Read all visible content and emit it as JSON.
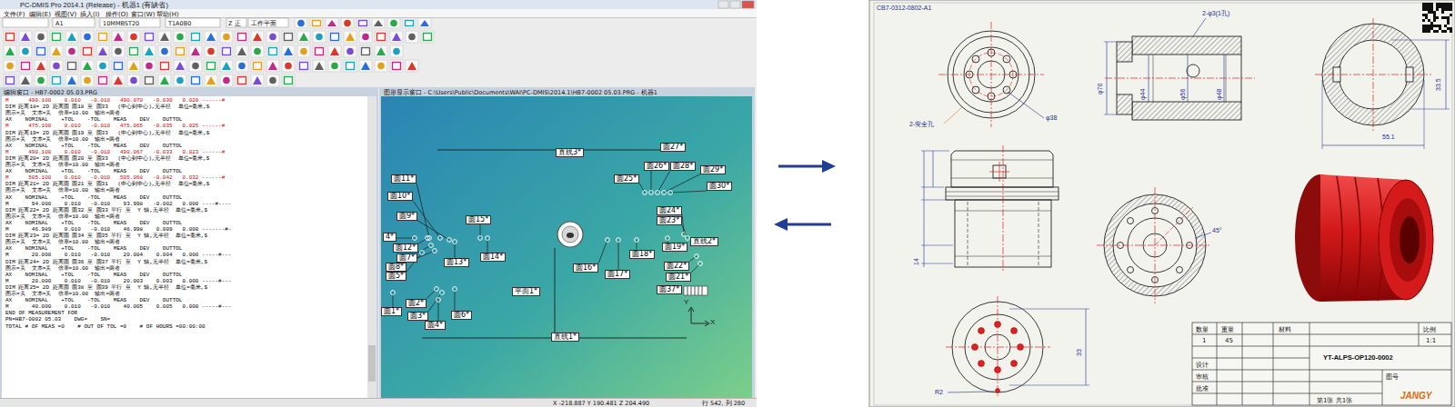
{
  "diagram": {
    "nodes": [
      {
        "text": [
          "圆27*"
        ]
      },
      {
        "text": [
          "直线3*"
        ]
      },
      {
        "text": [
          "圆26*"
        ]
      },
      {
        "text": [
          "圆28*"
        ]
      },
      {
        "text": [
          "圆29*"
        ]
      },
      {
        "text": [
          "圆25*"
        ]
      },
      {
        "text": [
          "圆11*"
        ]
      },
      {
        "text": [
          "圆30*"
        ]
      },
      {
        "text": [
          "圆10*"
        ]
      },
      {
        "text": [
          "圆24*"
        ]
      },
      {
        "text": [
          "圆9*"
        ]
      },
      {
        "text": [
          "圆15*"
        ]
      },
      {
        "text": [
          "圆23*"
        ]
      },
      {
        "text": [
          "4*"
        ]
      },
      {
        "text": [
          "直线2*"
        ]
      },
      {
        "text": [
          "圆19*"
        ]
      },
      {
        "text": [
          "圆12*"
        ]
      },
      {
        "text": [
          "圆18*"
        ]
      },
      {
        "text": [
          "圆14*"
        ]
      },
      {
        "text": [
          "圆7*"
        ]
      },
      {
        "text": [
          "圆13*"
        ]
      },
      {
        "text": [
          "圆22*"
        ]
      },
      {
        "text": [
          "圆16*"
        ]
      },
      {
        "text": [
          "圆8*"
        ]
      },
      {
        "text": [
          "圆17*"
        ]
      },
      {
        "text": [
          "圆5*"
        ]
      },
      {
        "text": [
          "圆21*"
        ]
      },
      {
        "text": [
          "圆37*"
        ]
      },
      {
        "text": [
          "平面1*"
        ]
      },
      {
        "text": [
          "圆2*"
        ]
      },
      {
        "text": [
          "圆1*"
        ]
      },
      {
        "text": [
          "圆6*"
        ]
      },
      {
        "text": [
          "圆3*"
        ]
      },
      {
        "text": [
          "圆4*"
        ]
      },
      {
        "text": [
          "直线1*"
        ]
      }
    ],
    "labels": [
      "PC-DMIS Pro 2014.1 (Release) - 机器1 (有缺省)",
      "文件(F)",
      "编辑(E)",
      "视图(V)",
      "插入(I)",
      "操作(O)",
      "窗口(W)",
      "帮助(H)",
      "A1",
      "10MMBST20",
      "T1A0B0",
      "Z 正",
      "工作平面",
      "编辑窗口 - HB7-0002 05.03.PRG",
      "图形显示窗口 - C:\\Users\\Public\\Documents\\WAI\\PC-DMIS\\2014.1\\HB7-0002 05.03.PRG - 机器1",
      "X -218.887  Y 190.481  Z 204.490",
      "行 542, 列 280",
      "M      490.100    0.010   -0.010   490.070   -0.030   0.020 ------#",
      "DIM 距离18= 2D 距离圆 圆18 至 圆33   (中心到中心),无半径  单位=毫米,$",
      "图示=关  文本=关  倍率=10.00  输出=两者",
      "AX    NOMINAL    +TOL    -TOL    MEAS    DEV    OUTTOL",
      "M      475.100    0.010   -0.010   475.065   -0.035   0.025 ------#",
      "DIM 距离19= 2D 距离圆 圆19 至 圆33   (中心到中心),无半径  单位=毫米,$",
      "图示=关  文本=关  倍率=10.00  输出=两者",
      "AX    NOMINAL    +TOL    -TOL    MEAS    DEV    OUTTOL",
      "M      490.100    0.010   -0.010   490.067   -0.033   0.023 ------#",
      "DIM 距离20= 2D 距离圆 圆20 至 圆33   (中心到中心),无半径  单位=毫米,$",
      "图示=关  文本=关  倍率=10.00  输出=两者",
      "AX    NOMINAL    +TOL    -TOL    MEAS    DEV    OUTTOL",
      "M      505.100    0.010   -0.010   505.068   -0.042   0.032 ------#",
      "DIM 距离21= 2D 距离圆 圆21 至 圆31   (中心到中心),无半径  单位=毫米,$",
      "图示=关  文本=关  倍率=10.00  输出=两者",
      "AX    NOMINAL    +TOL    -TOL    MEAS    DEV    OUTTOL",
      "M       94.000    0.010   -0.010    93.998   -0.002   0.000 ----#----",
      "DIM 距离22= 2D 距离圆 圆32 至 圆33 平行 至  Y 轴,无半径  单位=毫米,$",
      "图示=关  文本=关  倍率=10.00  输出=两者",
      "AX    NOMINAL    +TOL    -TOL    MEAS    DEV    OUTTOL",
      "M       46.989    0.010   -0.010    46.998    0.009   0.000 -------#-",
      "DIM 距离23= 2D 距离圆 圆34 至 圆35 平行 至  Y 轴,无半径  单位=毫米,$",
      "图示=关  文本=关  倍率=10.00  输出=两者",
      "AX    NOMINAL    +TOL    -TOL    MEAS    DEV    OUTTOL",
      "M       20.000    0.010   -0.010    20.004    0.004   0.000 -----#---",
      "DIM 距离24= 2D 距离圆 圆36 至 圆37 平行 至  Y 轴,无半径  单位=毫米,$",
      "图示=关  文本=关  倍率=10.00  输出=两者",
      "AX    NOMINAL    +TOL    -TOL    MEAS    DEV    OUTTOL",
      "M       20.000    0.010   -0.010    20.003    0.003   0.000 -----#---",
      "DIM 距离25= 2D 距离圆 圆38 至 圆39 平行 至  Y 轴,无半径  单位=毫米,$",
      "图示=关  文本=关  倍率=10.00  输出=两者",
      "AX    NOMINAL    +TOL    -TOL    MEAS    DEV    OUTTOL",
      "M       40.000    0.010   -0.010    40.005    0.005   0.000 -----#---",
      "END OF MEASUREMENT FOR",
      "PN=HB7-0002 05.03    DWG=    SN=",
      "TOTAL # OF MEAS =0    # OUT OF TOL =0    # OF HOURS =00:00:00",
      "CB7-0312-0802-A1",
      "2-φ3(1孔)",
      "φ38",
      "2-安全孔",
      "φ70",
      "φ44",
      "φ56",
      "φ48",
      "33.5",
      "55.1",
      "45°",
      "33",
      "14",
      "R2",
      "数量",
      "重量",
      "材料",
      "比例",
      "1",
      "45",
      "1:1",
      "YT-ALPS-OP120-0002",
      "设计",
      "审核",
      "批准",
      "图号",
      "第1张 共1张",
      "JANGY",
      "Y",
      "X"
    ]
  }
}
